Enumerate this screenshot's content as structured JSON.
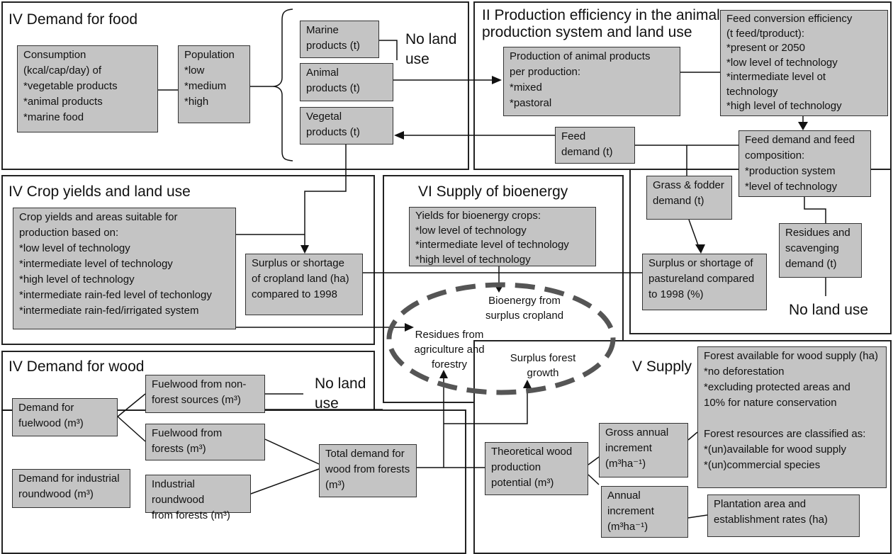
{
  "panels": {
    "food": "IV Demand for food",
    "animal": "II Production efficiency in the animal\nproduction system and land use",
    "crop": "IV Crop yields and land use",
    "bio": "VI Supply of bioenergy",
    "wood": "IV Demand for wood",
    "supply": "V Supply"
  },
  "boxes": {
    "consumption": "Consumption\n(kcal/cap/day) of\n     *vegetable products\n     *animal products\n     *marine food",
    "population": "Population\n   *low\n   *medium\n   *high",
    "marine": "Marine\nproducts (t)",
    "animal_products": "Animal\nproducts (t)",
    "vegetal": "Vegetal\nproducts (t)",
    "production_animal": "Production of animal products\nper production:\n     *mixed\n     *pastoral",
    "feed_conversion": "Feed conversion efficiency\n(t feed/tproduct):\n    *present or 2050\n    *low level of technology\n    *intermediate level ot\n    technology\n    *high level of technology",
    "feed_demand": "Feed\ndemand (t)",
    "feed_composition": "Feed demand and feed\ncomposition:\n     *production system\n     *level of technology",
    "grass": "Grass & fodder\ndemand (t)",
    "residues_demand": "Residues and\nscavenging\ndemand (t)",
    "crop_yields": "Crop yields and areas suitable for\nproduction based on:\n   *low level of technology\n   *intermediate level of technology\n   *high level of technology\n   *intermediate rain-fed level of techonlogy\n   *intermediate rain-fed/irrigated system",
    "cropland": "Surplus or shortage\nof cropland land (ha)\ncompared to 1998",
    "bio_yields": "Yields for bioenergy crops:\n   *low level of technology\n   *intermediate level of technology\n   *high level of technology",
    "pasture": "Surplus or shortage of\npastureland compared\nto 1998 (%)",
    "fuel_demand": "Demand for\nfuelwood (m³)",
    "fuel_nonforest": "Fuelwood from non-\nforest sources (m³)",
    "fuel_forest": "Fuelwood from\nforests (m³)",
    "ind_demand": "Demand for industrial\nroundwood (m³)",
    "ind_forest": "Industrial roundwood\nfrom forests (m³)",
    "total_wood": "Total demand for\nwood from forests\n(m³)",
    "theoretical": "Theoretical wood\nproduction\npotential (m³)",
    "gross": "Gross annual\nincrement\n(m³ha⁻¹)",
    "annual": "Annual\nincrement\n(m³ha⁻¹)",
    "forest_avail": "Forest available for wood supply (ha)\n   *no deforestation\n   *excluding protected areas and\n   10% for nature conservation\n\nForest resources are classified as:\n   *(un)available for wood supply\n   *(un)commercial species",
    "plantation": "Plantation area and\nestablishment rates (ha)"
  },
  "labels": {
    "no_land_use_1": "No land\nuse",
    "no_land_use_2": "No land use",
    "no_land_use_3": "No land\nuse",
    "bioenergy_cropland": "Bioenergy from\nsurplus cropland",
    "residues_ag": "Residues from\nagriculture and\nforestry",
    "surplus_forest": "Surplus forest\ngrowth"
  }
}
